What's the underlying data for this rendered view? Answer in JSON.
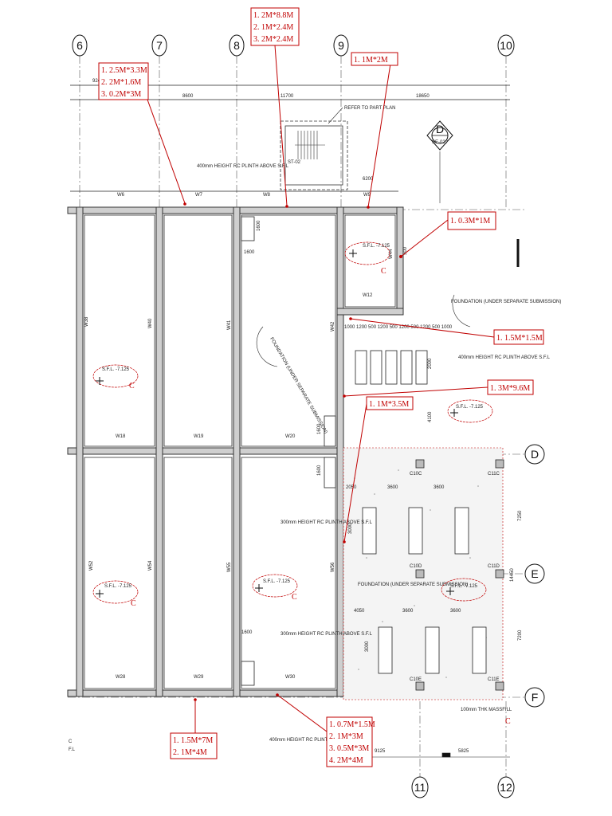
{
  "grid_columns": [
    "6",
    "7",
    "8",
    "9",
    "10",
    "11",
    "12"
  ],
  "grid_rows": [
    "D",
    "E",
    "F"
  ],
  "dimensions_top": [
    "9245",
    "8600",
    "11700",
    "18650"
  ],
  "refer_note": "REFER TO PART PLAN",
  "stair_label": "ST-02",
  "section_marker": {
    "letter": "D",
    "sheet": "SE-02?"
  },
  "plinth_400_top": "400mm HEIGHT RC PLINTH ABOVE S.F.L",
  "plinth_400_right": "400mm HEIGHT RC PLINTH ABOVE S.F.L",
  "plinth_400_bottom": "400mm HEIGHT RC PLINTH ABOVE S.F.L",
  "plinth_300_a": "300mm HEIGHT RC PLINTH ABOVE S.F.L",
  "plinth_300_b": "300mm HEIGHT RC PLINTH ABOVE S.F.L",
  "foundation_note": "FOUNDATION (UNDER SEPARATE SUBMISSION)",
  "massfill_note": "100mm THK MASSFILL",
  "sfl": "S.F.L. -7.125",
  "rev_mark": "C",
  "walls": {
    "w6": "W6",
    "w7": "W7",
    "w8": "W8",
    "w9": "W9",
    "w12": "W12",
    "w18": "W18",
    "w19": "W19",
    "w20": "W20",
    "w28": "W28",
    "w29": "W29",
    "w30": "W30",
    "w38": "W38",
    "w40": "W40",
    "w41": "W41",
    "w42": "W42",
    "w44": "W44",
    "w52": "W52",
    "w54": "W54",
    "w55": "W55",
    "w56": "W56"
  },
  "columns": {
    "c10c": "C10C",
    "c11c": "C11C",
    "c10d": "C10D",
    "c11d": "C11D",
    "c10e": "C10E",
    "c11e": "C11E"
  },
  "dims": {
    "d1600a": "1600",
    "d1600b": "1600",
    "d1600c": "1600",
    "d1600d": "1600",
    "d1600e": "1600",
    "d6200": "6200",
    "d500": "500",
    "d2000": "2000",
    "d4100": "4100",
    "d3000a": "3000",
    "d3000b": "3000",
    "d2050": "2050",
    "d3600a": "3600",
    "d3600b": "3600",
    "d4050": "4050",
    "d3600c": "3600",
    "d3600d": "3600",
    "d7250": "7250",
    "d7200": "7200",
    "d14450": "14450",
    "d9125": "9125",
    "d5825": "5825",
    "d1200": "1000 1200 500 1200 500 1200 500 1200 500 1000"
  },
  "annotations": {
    "a1": [
      "1. 2.5M*3.3M",
      "2. 2M*1.6M",
      "3. 0.2M*3M"
    ],
    "a2": [
      "1. 2M*8.8M",
      "2. 1M*2.4M",
      "3. 2M*2.4M"
    ],
    "a3": [
      "1. 1M*2M"
    ],
    "a4": [
      "1. 0.3M*1M"
    ],
    "a5": [
      "1. 1.5M*1.5M"
    ],
    "a6": [
      "1. 3M*9.6M"
    ],
    "a7": [
      "1. 1M*3.5M"
    ],
    "a8": [
      "1. 1.5M*7M",
      "2. 1M*4M"
    ],
    "a9": [
      "1. 0.7M*1.5M",
      "2. 1M*3M",
      "3. 0.5M*3M",
      "4. 2M*4M"
    ]
  },
  "side_fragments": [
    "C",
    "F.L"
  ],
  "colors": {
    "annotation": "#c00000",
    "wall": "#cfcfcf",
    "line": "#333333"
  }
}
